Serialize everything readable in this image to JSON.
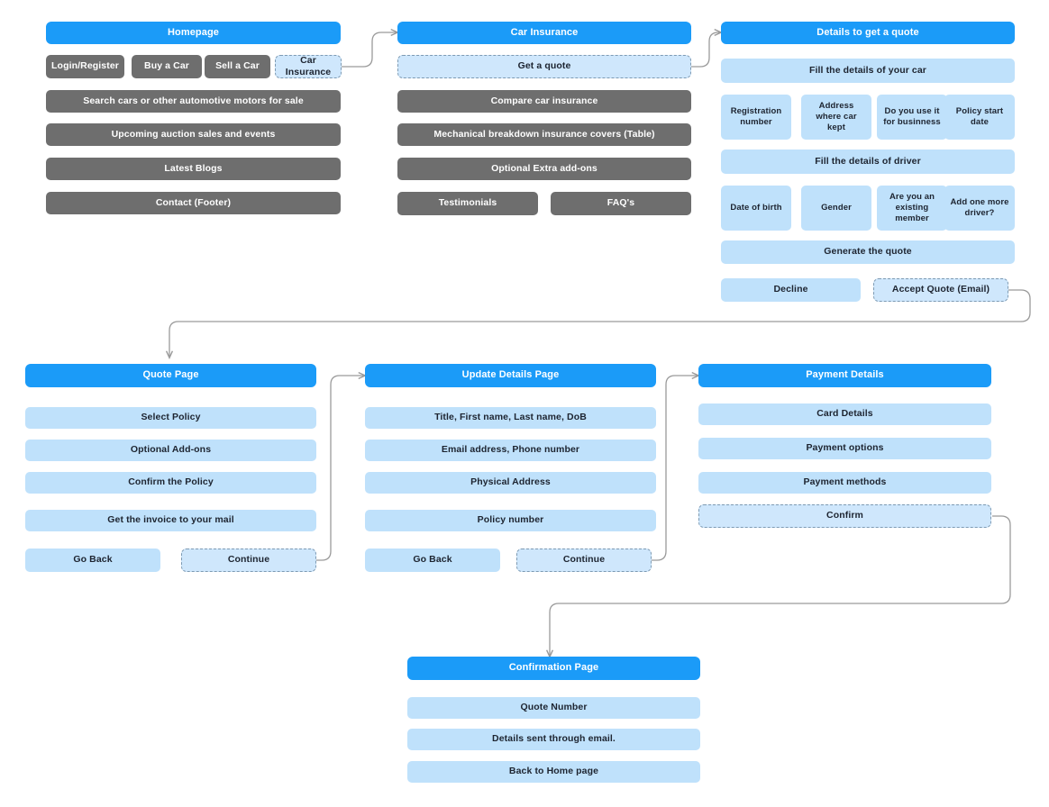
{
  "meta": {
    "title": "Car Insurance Quote User Flow",
    "colors": {
      "header_blue": "#1b9bf8",
      "light_blue": "#bfe1fb",
      "dashed_blue": "#cfe7fc",
      "gray": "#6e6e6e",
      "connector": "#9a9a9a",
      "text_dark": "#1d2430",
      "text_light": "#ffffff"
    }
  },
  "sections": {
    "homepage": {
      "header": "Homepage",
      "nav": [
        "Login/Register",
        "Buy a Car",
        "Sell a Car"
      ],
      "nav_selected": "Car Insurance",
      "rows": [
        "Search cars or other automotive motors for sale",
        "Upcoming auction sales and events",
        "Latest Blogs",
        "Contact (Footer)"
      ]
    },
    "car_insurance": {
      "header": "Car Insurance",
      "cta": "Get a quote",
      "rows": [
        "Compare car insurance",
        "Mechanical breakdown insurance covers (Table)",
        "Optional Extra add-ons"
      ],
      "pair": [
        "Testimonials",
        "FAQ's"
      ]
    },
    "details_quote": {
      "header": "Details to get a quote",
      "car_section": "Fill the details of your car",
      "car_fields": [
        "Registration number",
        "Address where car kept",
        "Do you use it for businness",
        "Policy start date"
      ],
      "driver_section": "Fill the details of driver",
      "driver_fields": [
        "Date of birth",
        "Gender",
        "Are you an existing member",
        "Add one more driver?"
      ],
      "generate": "Generate the quote",
      "decline": "Decline",
      "accept": "Accept Quote (Email)"
    },
    "quote_page": {
      "header": "Quote Page",
      "rows": [
        "Select Policy",
        "Optional Add-ons",
        "Confirm the Policy",
        "Get the invoice to your mail"
      ],
      "back": "Go Back",
      "continue": "Continue"
    },
    "update_details": {
      "header": "Update Details Page",
      "rows": [
        "Title, First name, Last name, DoB",
        "Email address, Phone number",
        "Physical Address",
        "Policy number"
      ],
      "back": "Go Back",
      "continue": "Continue"
    },
    "payment_details": {
      "header": "Payment Details",
      "rows": [
        "Card Details",
        "Payment options",
        "Payment methods"
      ],
      "confirm": "Confirm"
    },
    "confirmation": {
      "header": "Confirmation Page",
      "rows": [
        "Quote Number",
        "Details sent through email.",
        "Back to Home page"
      ]
    }
  }
}
